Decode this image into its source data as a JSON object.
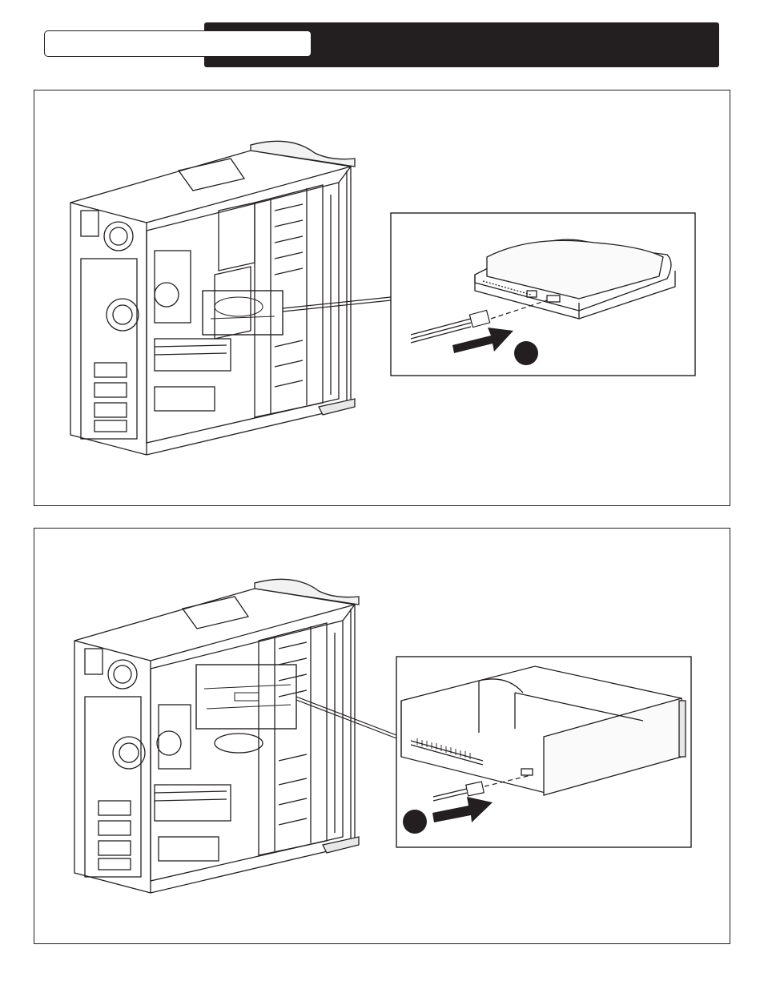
{
  "header": {
    "section_label": "",
    "accent_color": "#231f20"
  },
  "figures": [
    {
      "id": "fig1",
      "callout_icon": "hard-drive-icon",
      "step_marker": "filled-circle",
      "arrow_direction": "right"
    },
    {
      "id": "fig2",
      "callout_icon": "backplane-icon",
      "step_marker": "filled-circle",
      "arrow_direction": "right"
    }
  ]
}
